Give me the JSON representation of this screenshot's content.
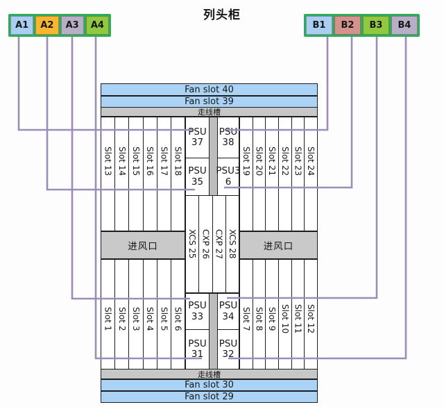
{
  "title": "列头柜",
  "colors": {
    "group_border": "#2eac5c",
    "line": "#9a8eb9",
    "fan_fill": "#aad3f5",
    "tray_fill": "#c7c7c7",
    "inlet_fill": "#c9c9c9",
    "divider_fill": "#bdbdbd",
    "blue": "#a9cef1",
    "amber": "#f8b532",
    "lavender": "#b6afc5",
    "green": "#90c841",
    "salmon": "#d4928c"
  },
  "group_a": {
    "items": [
      {
        "label": "A1",
        "color": "#a9cef1"
      },
      {
        "label": "A2",
        "color": "#f8b532"
      },
      {
        "label": "A3",
        "color": "#b6afc5"
      },
      {
        "label": "A4",
        "color": "#90c841"
      }
    ]
  },
  "group_b": {
    "items": [
      {
        "label": "B1",
        "color": "#a9cef1"
      },
      {
        "label": "B2",
        "color": "#d4928c"
      },
      {
        "label": "B3",
        "color": "#90c841"
      },
      {
        "label": "B4",
        "color": "#b6afc5"
      }
    ]
  },
  "chassis": {
    "fan_slots_top": [
      "Fan slot 40",
      "Fan slot 39"
    ],
    "cable_tray_top": "走线槽",
    "cable_tray_bottom": "走线槽",
    "air_inlet_left": "进风口",
    "air_inlet_right": "进风口",
    "upper_left_slots": [
      "Slot 13",
      "Slot 14",
      "Slot 15",
      "Slot 16",
      "Slot 17",
      "Slot 18"
    ],
    "upper_right_slots": [
      "Slot 19",
      "Slot 20",
      "Slot 21",
      "Slot 22",
      "Slot 23",
      "Slot 24"
    ],
    "lower_left_slots": [
      "Slot 1",
      "Slot 2",
      "Slot 3",
      "Slot 4",
      "Slot 5",
      "Slot 6"
    ],
    "lower_right_slots": [
      "Slot 7",
      "Slot 8",
      "Slot 9",
      "Slot 10",
      "Slot 11",
      "Slot 12"
    ],
    "center_cards": [
      "XCS 25",
      "CXP 26",
      "CXP 27",
      "XCS 28"
    ],
    "psus": {
      "psu37": {
        "line1": "PSU",
        "line2": "37"
      },
      "psu35": {
        "line1": "PSU",
        "line2": "35"
      },
      "psu38": {
        "line1": "PSU",
        "line2": "38"
      },
      "psu36": {
        "line1": "PSU3",
        "line2": "6"
      },
      "psu33": {
        "line1": "PSU",
        "line2": "33"
      },
      "psu31": {
        "line1": "PSU",
        "line2": "31"
      },
      "psu34": {
        "line1": "PSU",
        "line2": "34"
      },
      "psu32": {
        "line1": "PSU",
        "line2": "32"
      }
    },
    "fan_slots_bottom": [
      "Fan slot 30",
      "Fan slot 29"
    ]
  },
  "connections": [
    {
      "from": "A1",
      "to": "PSU 37"
    },
    {
      "from": "A2",
      "to": "PSU 35"
    },
    {
      "from": "A3",
      "to": "PSU 33"
    },
    {
      "from": "A4",
      "to": "PSU 31"
    },
    {
      "from": "B1",
      "to": "PSU 38"
    },
    {
      "from": "B2",
      "to": "PSU 36"
    },
    {
      "from": "B3",
      "to": "PSU 34"
    },
    {
      "from": "B4",
      "to": "PSU 32"
    }
  ]
}
